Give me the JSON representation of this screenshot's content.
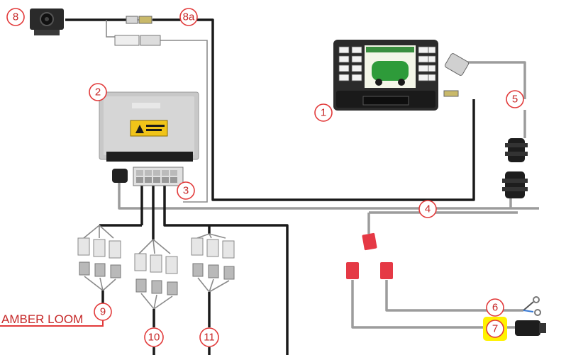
{
  "labels": {
    "display": "1",
    "ecu": "2",
    "junction": "3",
    "main_harness": "4",
    "display_cable": "5",
    "power_leads": "6",
    "power_plug": "7",
    "camera": "8",
    "camera_cable": "8a",
    "amber_loom_num": "9",
    "loom_10": "10",
    "loom_11": "11"
  },
  "amber_loom_text": "AMBER LOOM",
  "colors": {
    "label_red": "#e23a3a",
    "highlight_yellow": "#fff200",
    "cable_black": "#1a1a1a",
    "cable_grey": "#9c9c9c",
    "connector_red": "#e53945",
    "screen_green": "#2e9b3a"
  },
  "icons": {
    "camera": "camera-icon",
    "display": "display-terminal-icon",
    "ecu": "control-box-icon",
    "warning": "warning-label-icon"
  }
}
